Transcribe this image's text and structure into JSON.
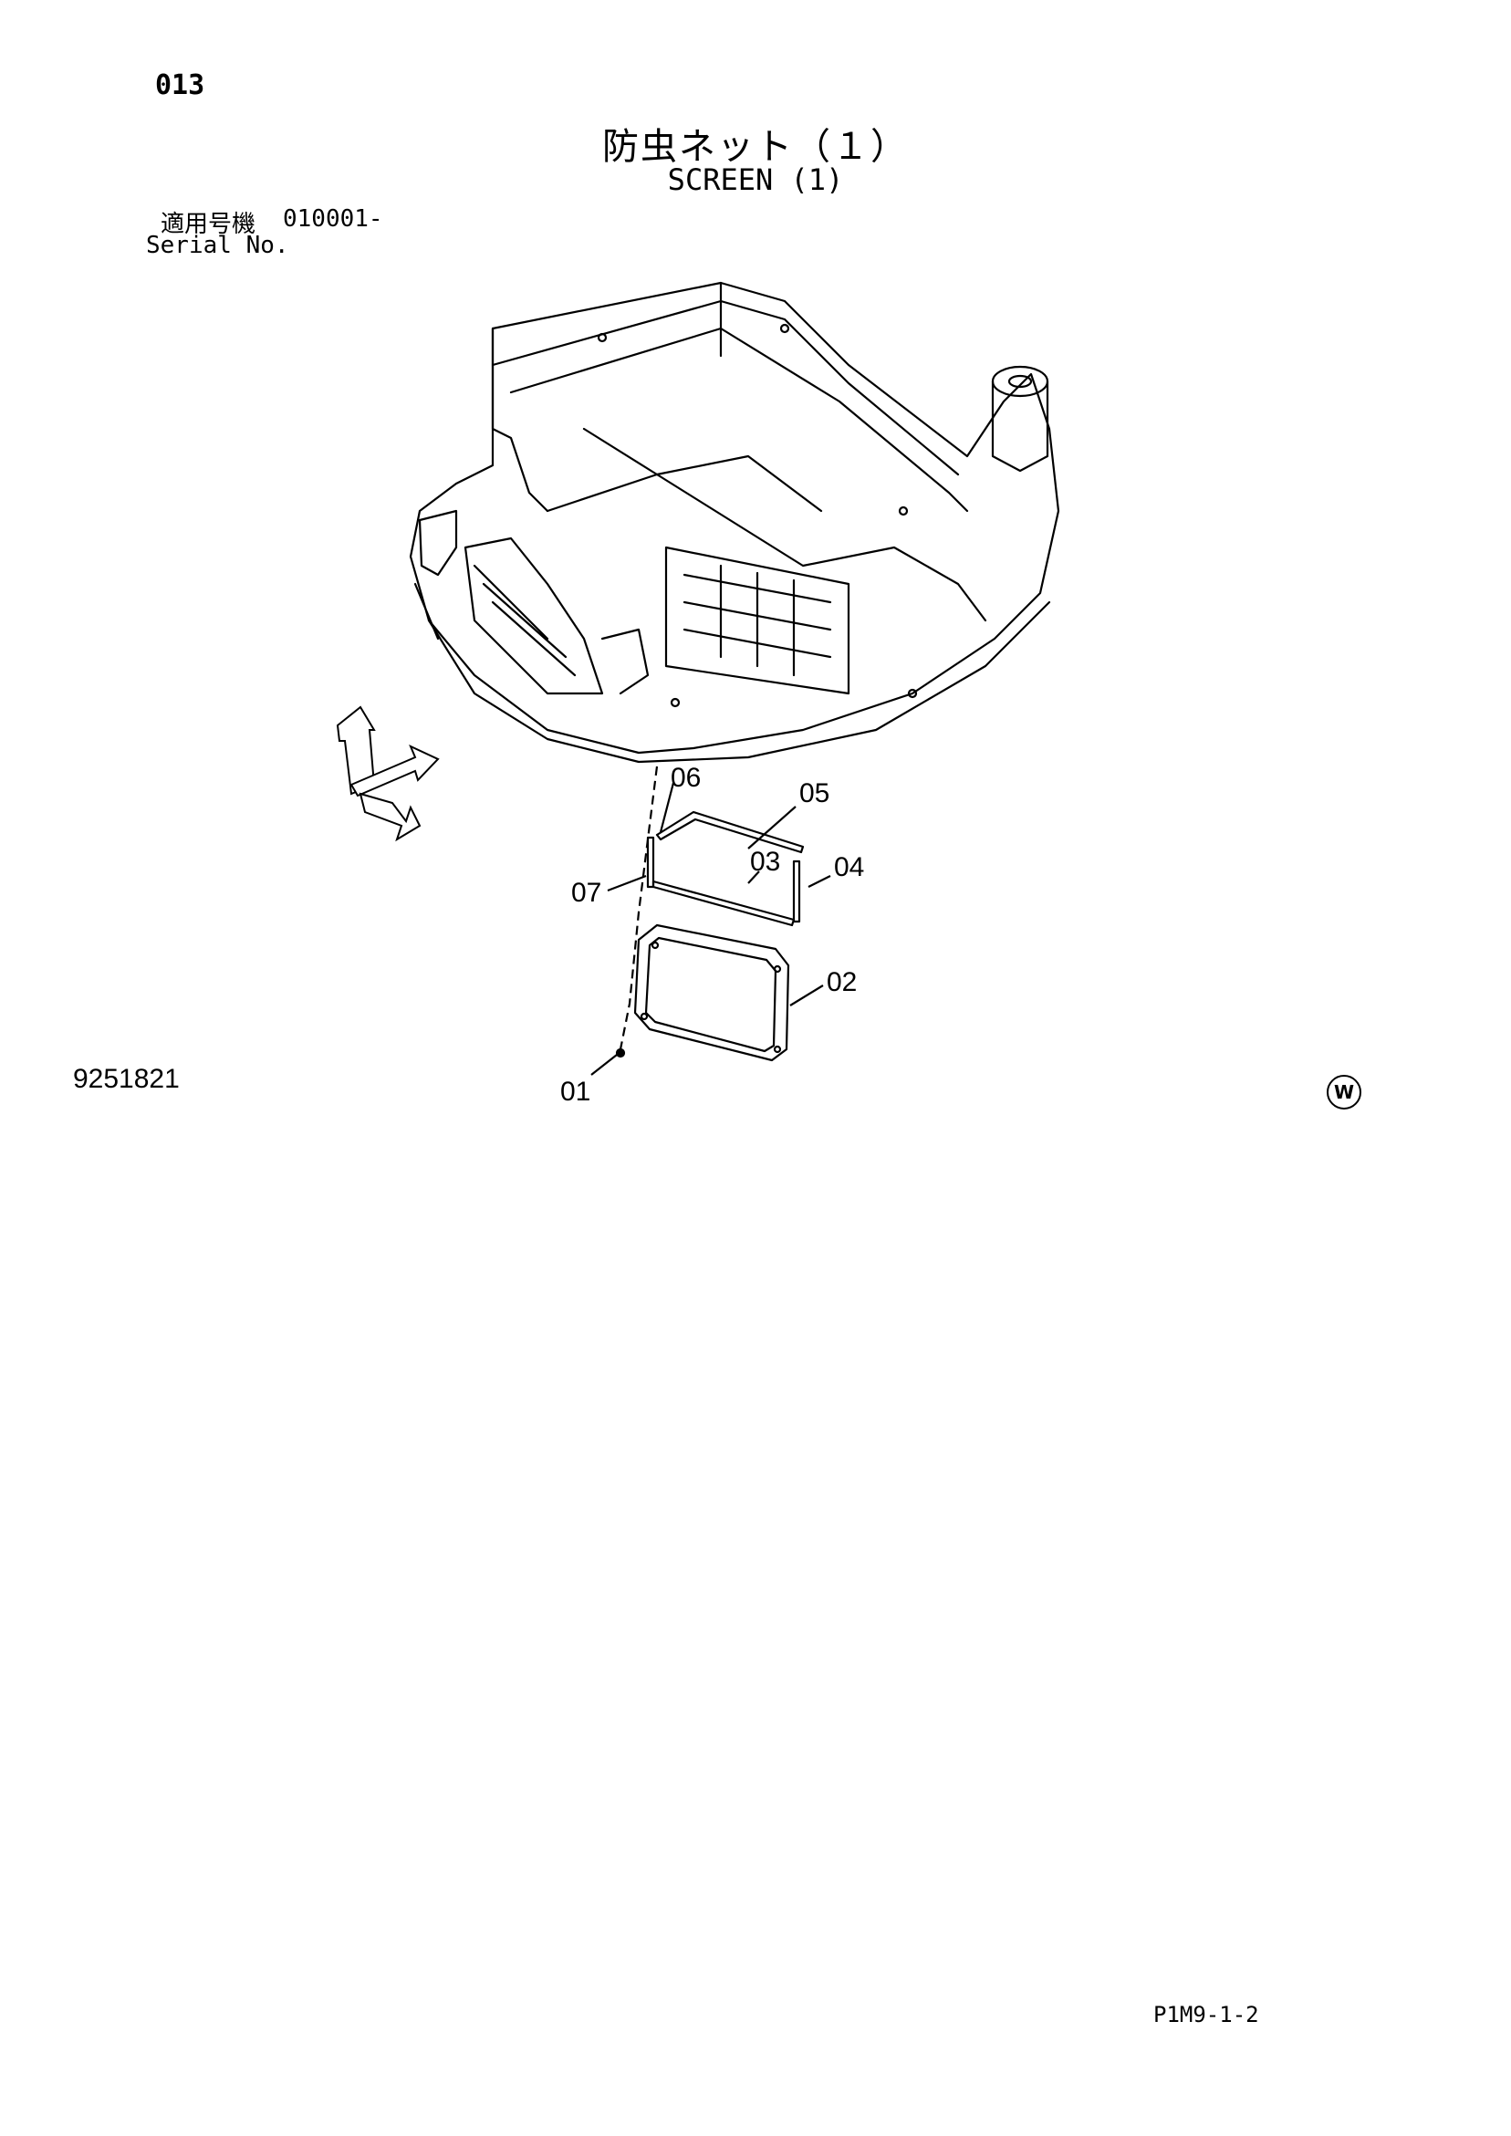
{
  "header": {
    "page_number": "013",
    "title_jp": "防虫ネット（１）",
    "title_en": "SCREEN (1)",
    "serial_label_jp": "適用号機",
    "serial_value": "010001-",
    "serial_label_en": "Serial No."
  },
  "callouts": [
    "01",
    "02",
    "03",
    "04",
    "05",
    "06",
    "07"
  ],
  "figure": {
    "figure_number": "9251821",
    "stamp": "W",
    "reference_code": "P1M9-1-2"
  },
  "colors": {
    "ink": "#000000",
    "paper": "#ffffff"
  }
}
